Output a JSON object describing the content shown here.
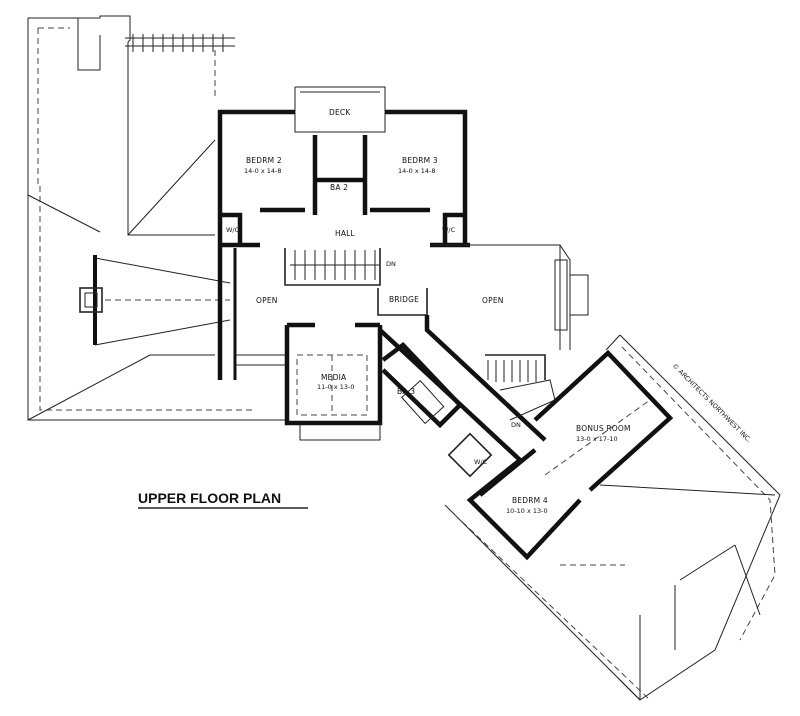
{
  "title": "UPPER FLOOR PLAN",
  "credit": "© ARCHITECTS NORTHWEST INC.",
  "rooms": {
    "deck": "DECK",
    "bedrm2": {
      "name": "BEDRM 2",
      "size": "14-0 x 14-8"
    },
    "bedrm3": {
      "name": "BEDRM 3",
      "size": "14-0 x 14-8"
    },
    "ba2": "BA 2",
    "wic_left": "W/C",
    "wic_right": "W/C",
    "hall": "HALL",
    "dn_stair": "DN",
    "open_left": "OPEN",
    "bridge": "BRIDGE",
    "open_right": "OPEN",
    "media": {
      "name": "MEDIA",
      "size": "11-0 x 13-0"
    },
    "ba3": "BA 3",
    "dn_lower": "DN",
    "bonus": {
      "name": "BONUS ROOM",
      "size": "13-0 x 17-10"
    },
    "wic_lower": "W/C",
    "bedrm4": {
      "name": "BEDRM 4",
      "size": "10-10 x 13-0"
    }
  }
}
